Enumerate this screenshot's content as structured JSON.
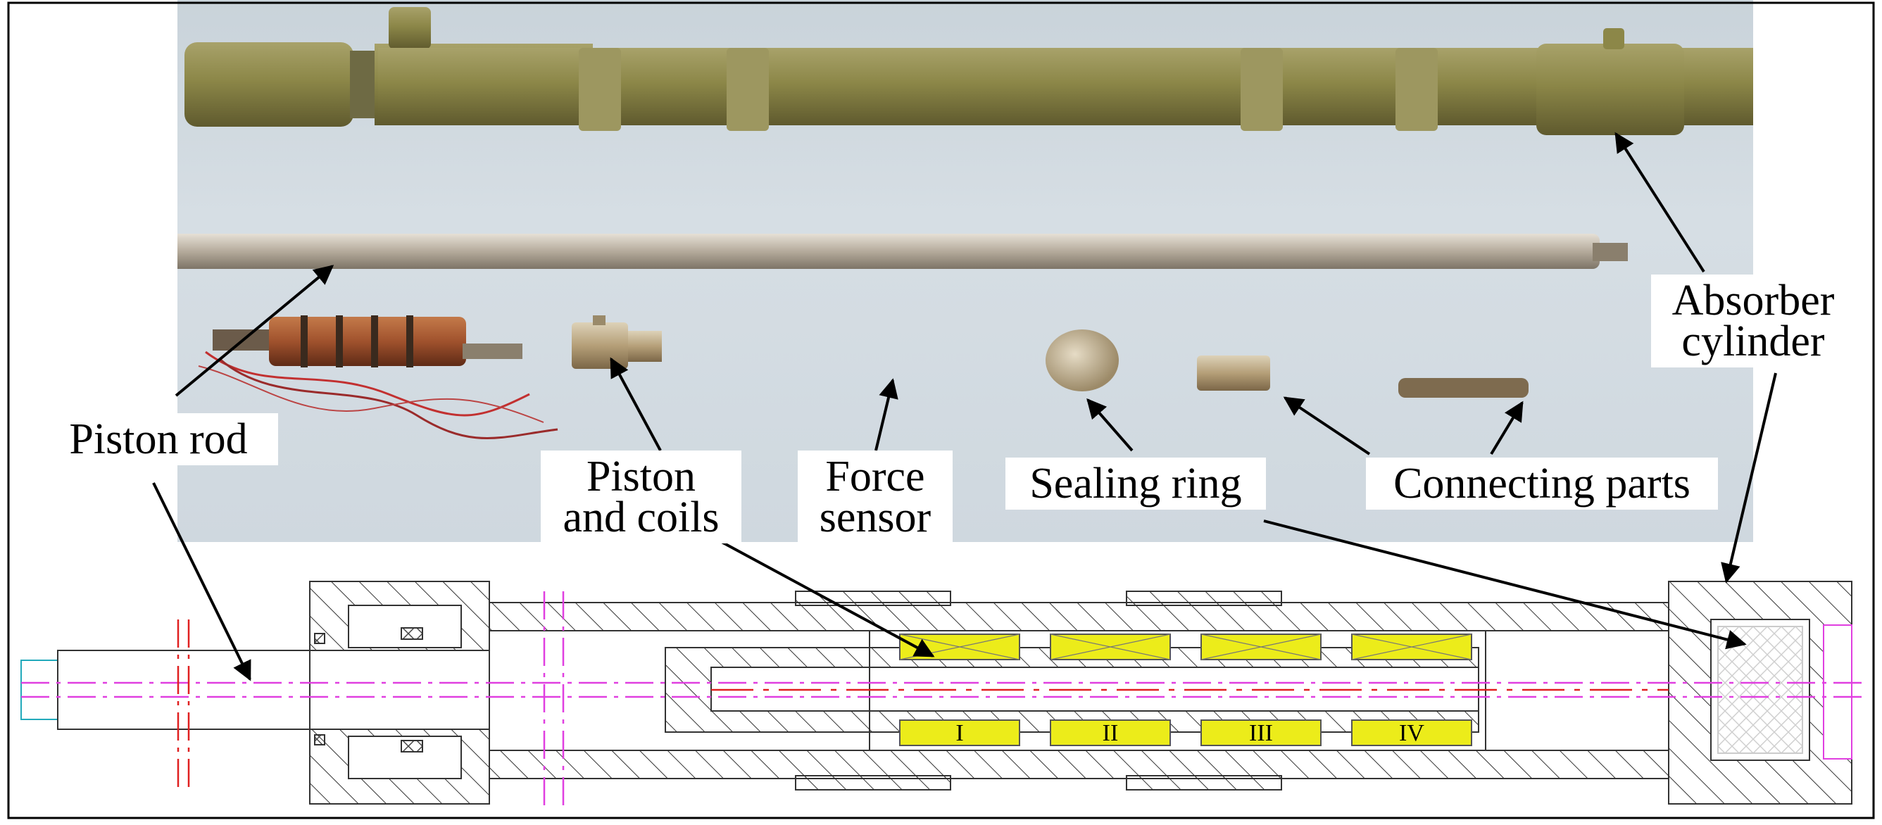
{
  "labels": {
    "piston_rod": "Piston rod",
    "piston_and_coils_line1": "Piston",
    "piston_and_coils_line2": "and coils",
    "force_sensor_line1": "Force",
    "force_sensor_line2": "sensor",
    "sealing_ring": "Sealing ring",
    "connecting_parts": "Connecting parts",
    "absorber_cylinder_line1": "Absorber",
    "absorber_cylinder_line2": "cylinder"
  },
  "coil_numbers": [
    "I",
    "II",
    "III",
    "IV"
  ],
  "colors": {
    "coil_fill": "#ecec1a",
    "centerline": "#e03fe0",
    "axis_red": "#e02020",
    "cylinder_olive": "#8c8748",
    "rod_steel": "#b5ab9c",
    "copper": "#a0522d",
    "photo_background": "#d0d9e0"
  }
}
